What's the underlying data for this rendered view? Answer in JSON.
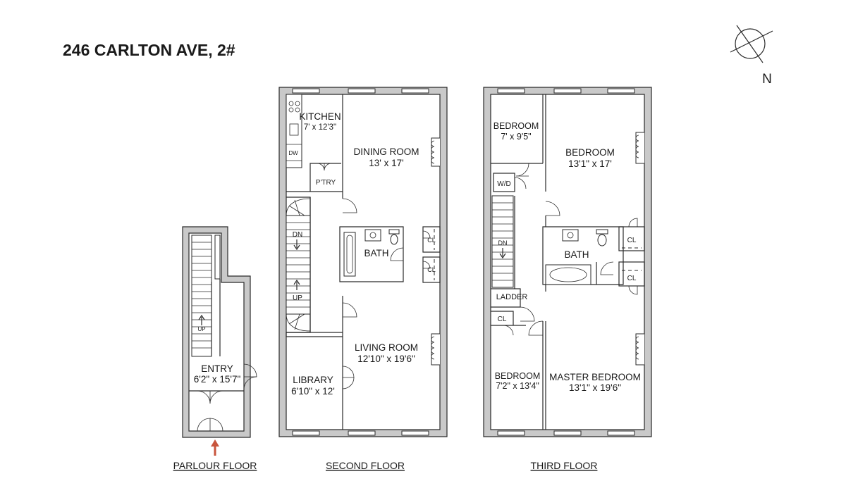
{
  "title": "246 CARLTON AVE, 2#",
  "compass": {
    "label": "N"
  },
  "floors": [
    {
      "name": "PARLOUR FLOOR"
    },
    {
      "name": "SECOND FLOOR"
    },
    {
      "name": "THIRD FLOOR"
    }
  ],
  "parlour": {
    "entry_name": "ENTRY",
    "entry_dims": "6'2\" x 15'7\"",
    "stair_label": "UP"
  },
  "second": {
    "kitchen_name": "KITCHEN",
    "kitchen_dims": "7' x 12'3\"",
    "dw": "DW",
    "pantry": "P'TRY",
    "dining_name": "DINING ROOM",
    "dining_dims": "13' x 17'",
    "bath": "BATH",
    "cl1": "CL",
    "cl2": "CL",
    "dn": "DN",
    "up": "UP",
    "living_name": "LIVING ROOM",
    "living_dims": "12'10\" x 19'6\"",
    "library_name": "LIBRARY",
    "library_dims": "6'10\" x 12'"
  },
  "third": {
    "bed1_name": "BEDROOM",
    "bed1_dims": "7' x 9'5\"",
    "wd": "W/D",
    "bed2_name": "BEDROOM",
    "bed2_dims": "13'1\" x 17'",
    "dn": "DN",
    "bath": "BATH",
    "cl1": "CL",
    "cl2": "CL",
    "ladder": "LADDER",
    "cl3": "CL",
    "bed3_name": "BEDROOM",
    "bed3_dims": "7'2\" x 13'4\"",
    "master_name": "MASTER BEDROOM",
    "master_dims": "13'1\" x 19'6\""
  },
  "colors": {
    "wall_fill": "#c9c9c9",
    "line": "#2a2a2a",
    "entry_arrow": "#c8553d"
  }
}
